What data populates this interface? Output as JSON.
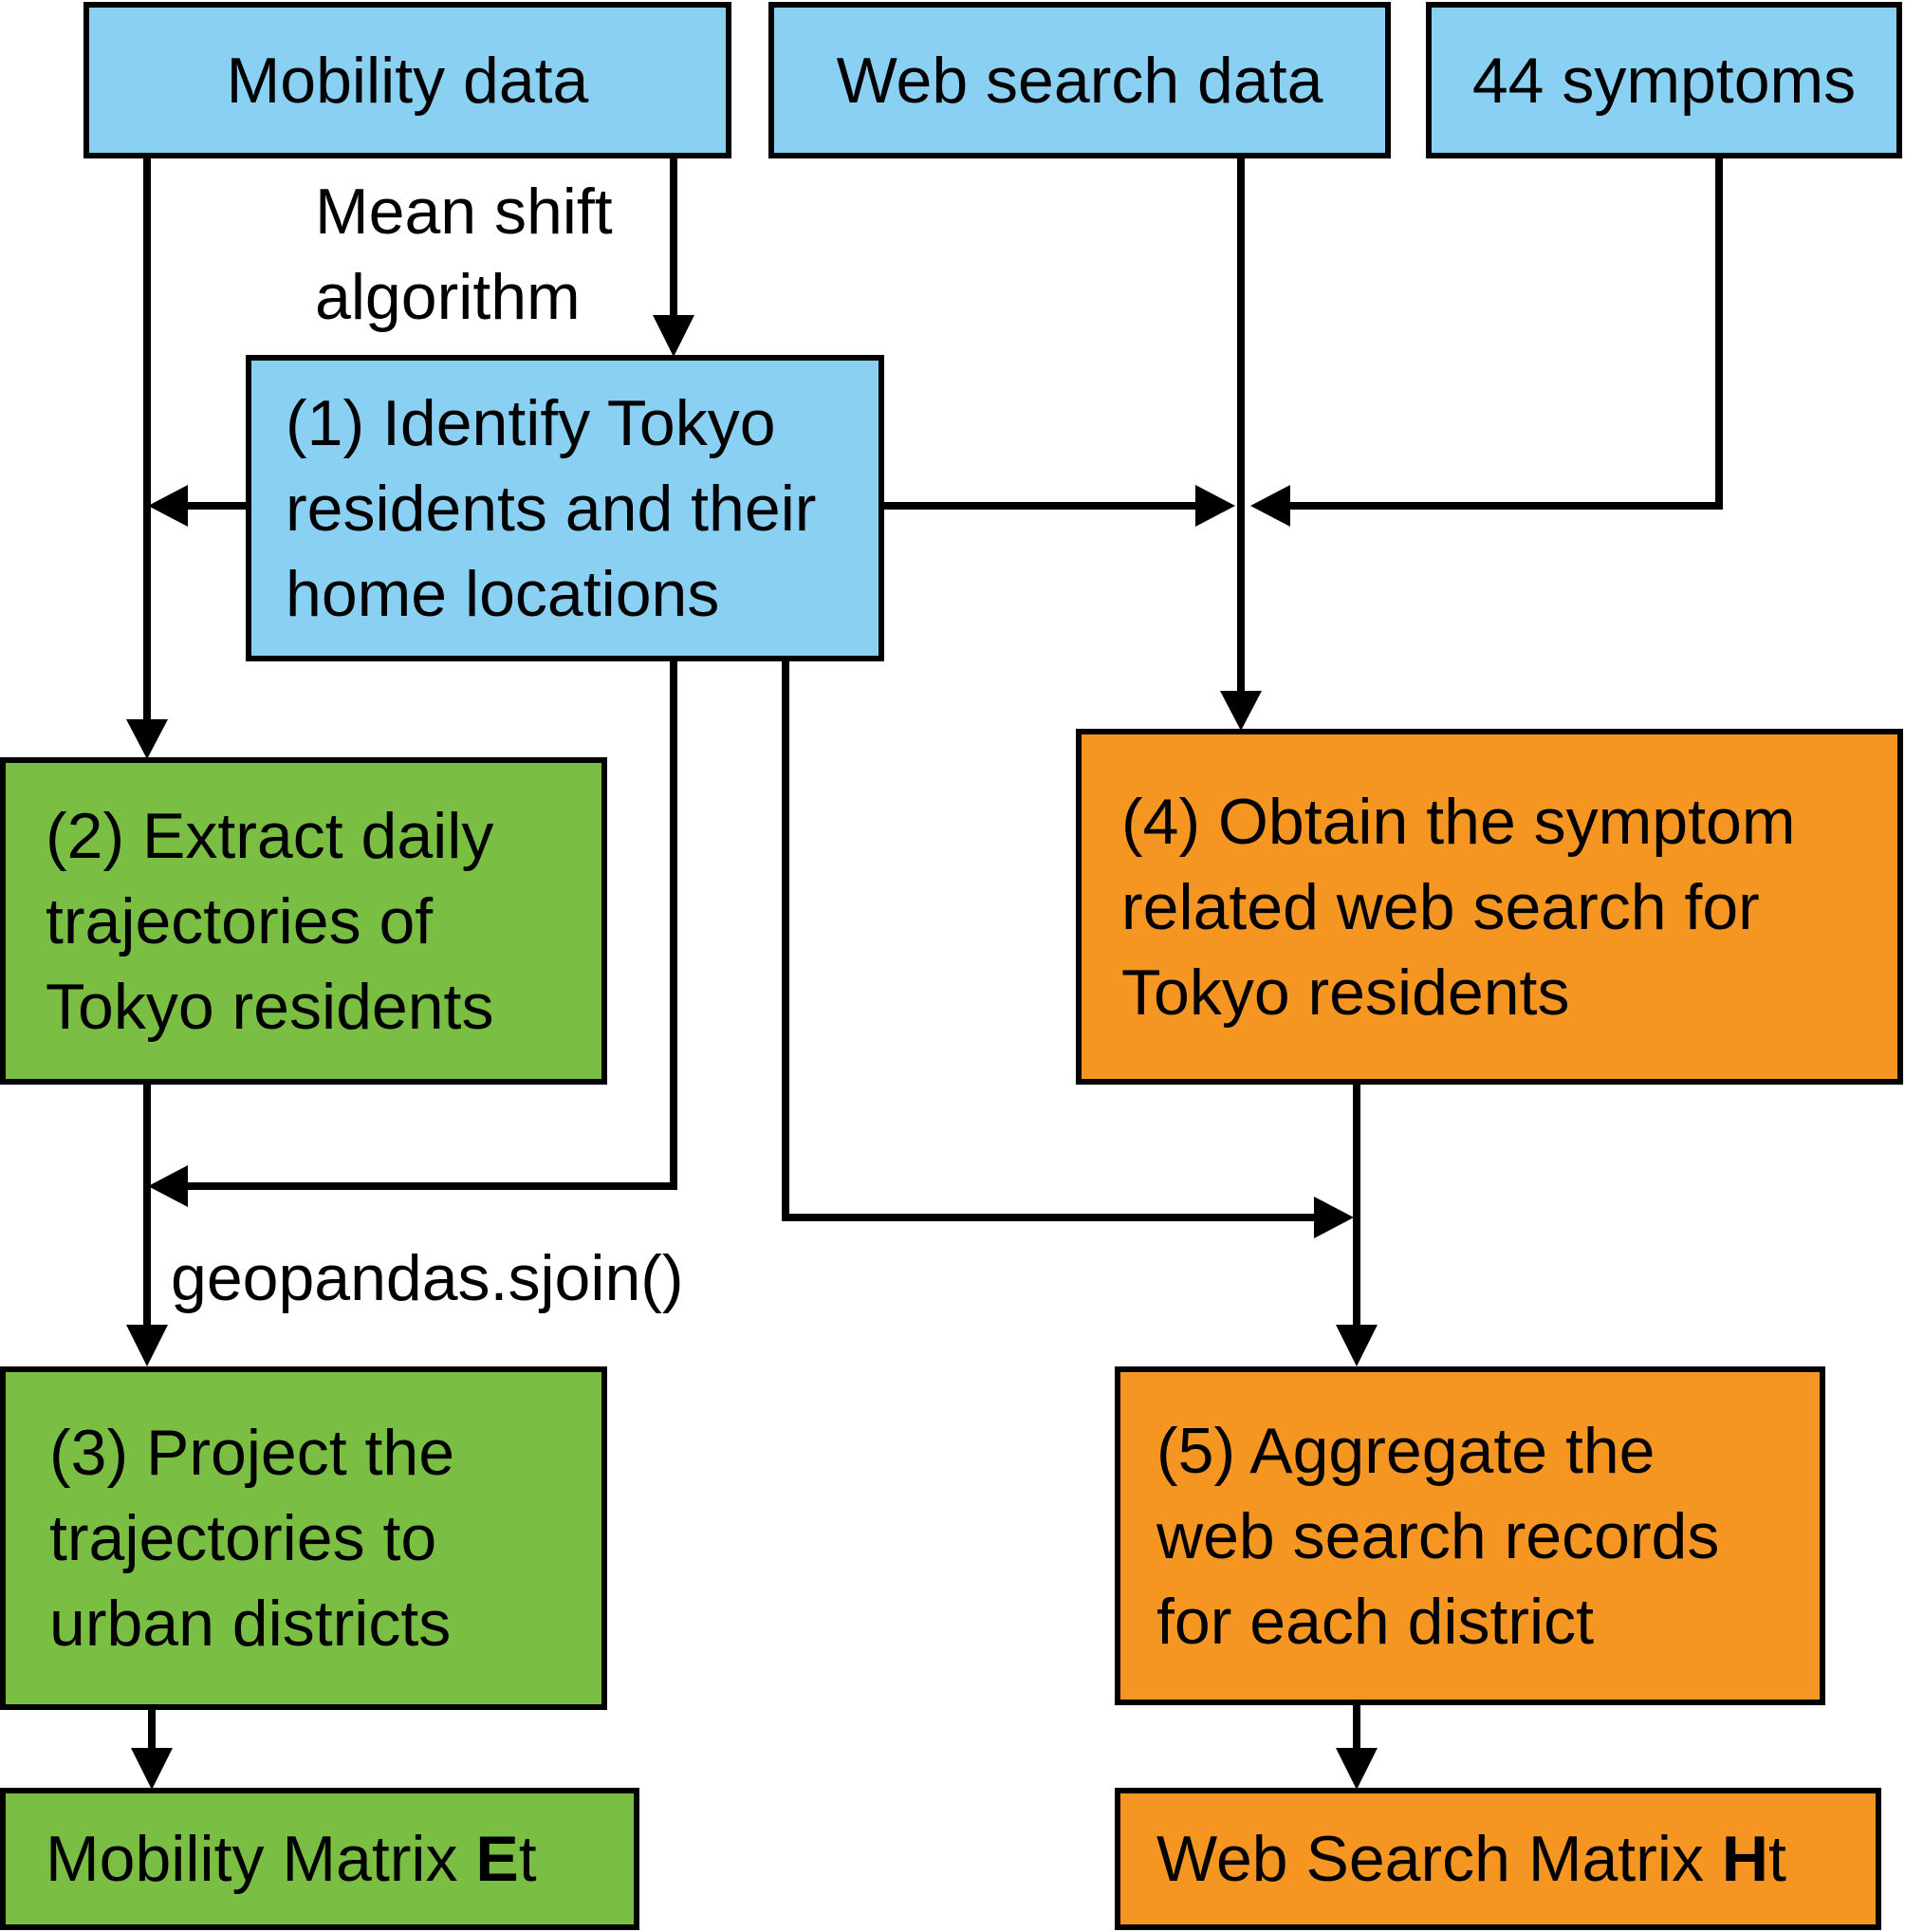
{
  "sources": {
    "mobility": "Mobility data",
    "web_search": "Web search data",
    "symptoms": "44 symptoms"
  },
  "steps": {
    "step1": [
      "(1) Identify Tokyo",
      "residents and their",
      "home locations"
    ],
    "step2": [
      "(2) Extract daily",
      "trajectories of",
      "Tokyo residents"
    ],
    "step3": [
      "(3) Project the",
      "trajectories to",
      "urban districts"
    ],
    "step4": [
      "(4) Obtain the symptom",
      "related web search for",
      "Tokyo residents"
    ],
    "step5": [
      "(5) Aggregate the",
      "web search records",
      "for each district"
    ]
  },
  "outputs": {
    "mobility_matrix": {
      "prefix": "Mobility Matrix ",
      "bold": "E",
      "suffix": "t"
    },
    "web_search_matrix": {
      "prefix": "Web Search Matrix ",
      "bold": "H",
      "suffix": "t"
    }
  },
  "edge_labels": {
    "mean_shift": [
      "Mean shift",
      "algorithm"
    ],
    "sjoin": "geopandas.sjoin()"
  },
  "colors": {
    "blue": "#89d0f3",
    "green": "#7abf43",
    "orange": "#f59623",
    "line": "#000000"
  }
}
